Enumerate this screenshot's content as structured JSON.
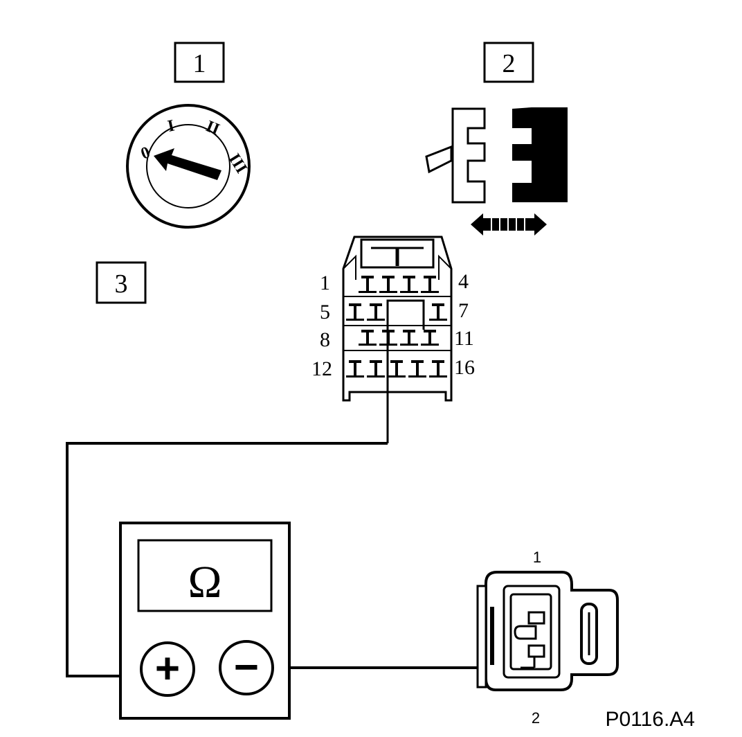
{
  "steps": {
    "step1": "1",
    "step2": "2",
    "step3": "3"
  },
  "ignition_switch": {
    "positions": [
      "0",
      "I",
      "II",
      "III"
    ]
  },
  "connector": {
    "pin_labels": {
      "pin1": "1",
      "pin4": "4",
      "pin5": "5",
      "pin7": "7",
      "pin8": "8",
      "pin11": "11",
      "pin12": "12",
      "pin16": "16"
    }
  },
  "meter": {
    "display": "Ω",
    "plus_label": "+",
    "minus_label": "−"
  },
  "sensor": {
    "pin_top": "1",
    "pin_bottom": "2"
  },
  "figure_ref": "P0116.A4",
  "colors": {
    "ink": "#000000",
    "paper": "#ffffff"
  }
}
